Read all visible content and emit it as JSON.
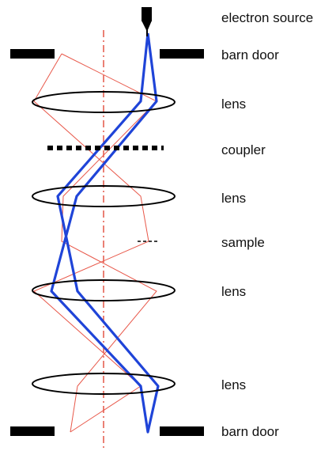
{
  "labels": {
    "electron_source": "electron source",
    "barn_door_top": "barn door",
    "lens_1": "lens",
    "coupler": "coupler",
    "lens_2": "lens",
    "sample": "sample",
    "lens_3": "lens",
    "lens_4": "lens",
    "barn_door_bottom": "barn door"
  },
  "colors": {
    "blue_ray": "#1f44d8",
    "red_ray": "#e8584a",
    "optical_axis": "#e04a3a",
    "structure": "#000000",
    "text": "#111111"
  }
}
